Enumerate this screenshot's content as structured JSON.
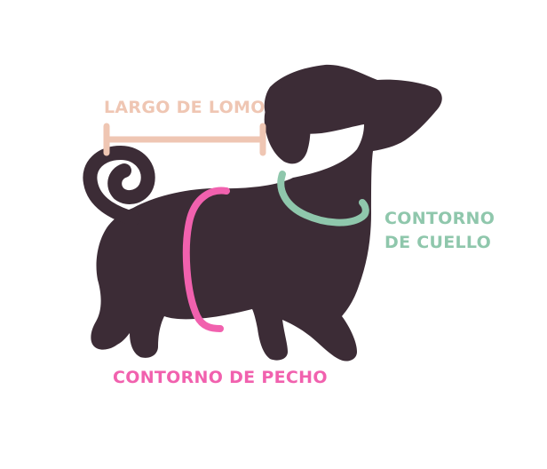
{
  "colors": {
    "background": "#ffffff",
    "dog": "#3c2c36",
    "back_length": "#efc6b3",
    "neck": "#8fc7ac",
    "chest": "#f161ae"
  },
  "labels": {
    "back_length": "LARGO DE LOMO",
    "neck_line1": "CONTORNO",
    "neck_line2": "DE CUELLO",
    "chest": "CONTORNO DE PECHO"
  }
}
